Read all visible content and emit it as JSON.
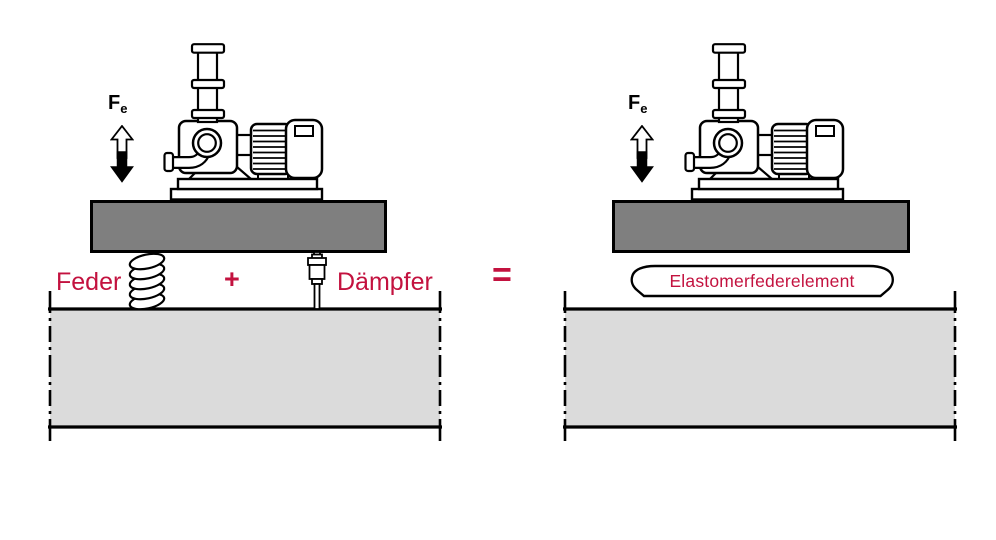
{
  "diagram": {
    "left_system": {
      "force_symbol": "F",
      "force_subscript": "e",
      "spring_label": "Feder",
      "plus_sign": "+",
      "damper_label": "Dämpfer"
    },
    "equals_sign": "=",
    "right_system": {
      "force_symbol": "F",
      "force_subscript": "e",
      "element_label": "Elastomerfederelement"
    }
  },
  "colors": {
    "accent_red": "#C3123F",
    "machine_block_gray": "#7F7F7F",
    "foundation_gray": "#DBDBDB",
    "outline_black": "#000000",
    "background_white": "#FFFFFF"
  },
  "icons": {
    "pump": "pump-icon",
    "force_arrow": "up-down-force-arrow-icon",
    "spring": "spring-coil-icon",
    "damper": "damper-icon",
    "foundation": "foundation-ground-icon"
  }
}
